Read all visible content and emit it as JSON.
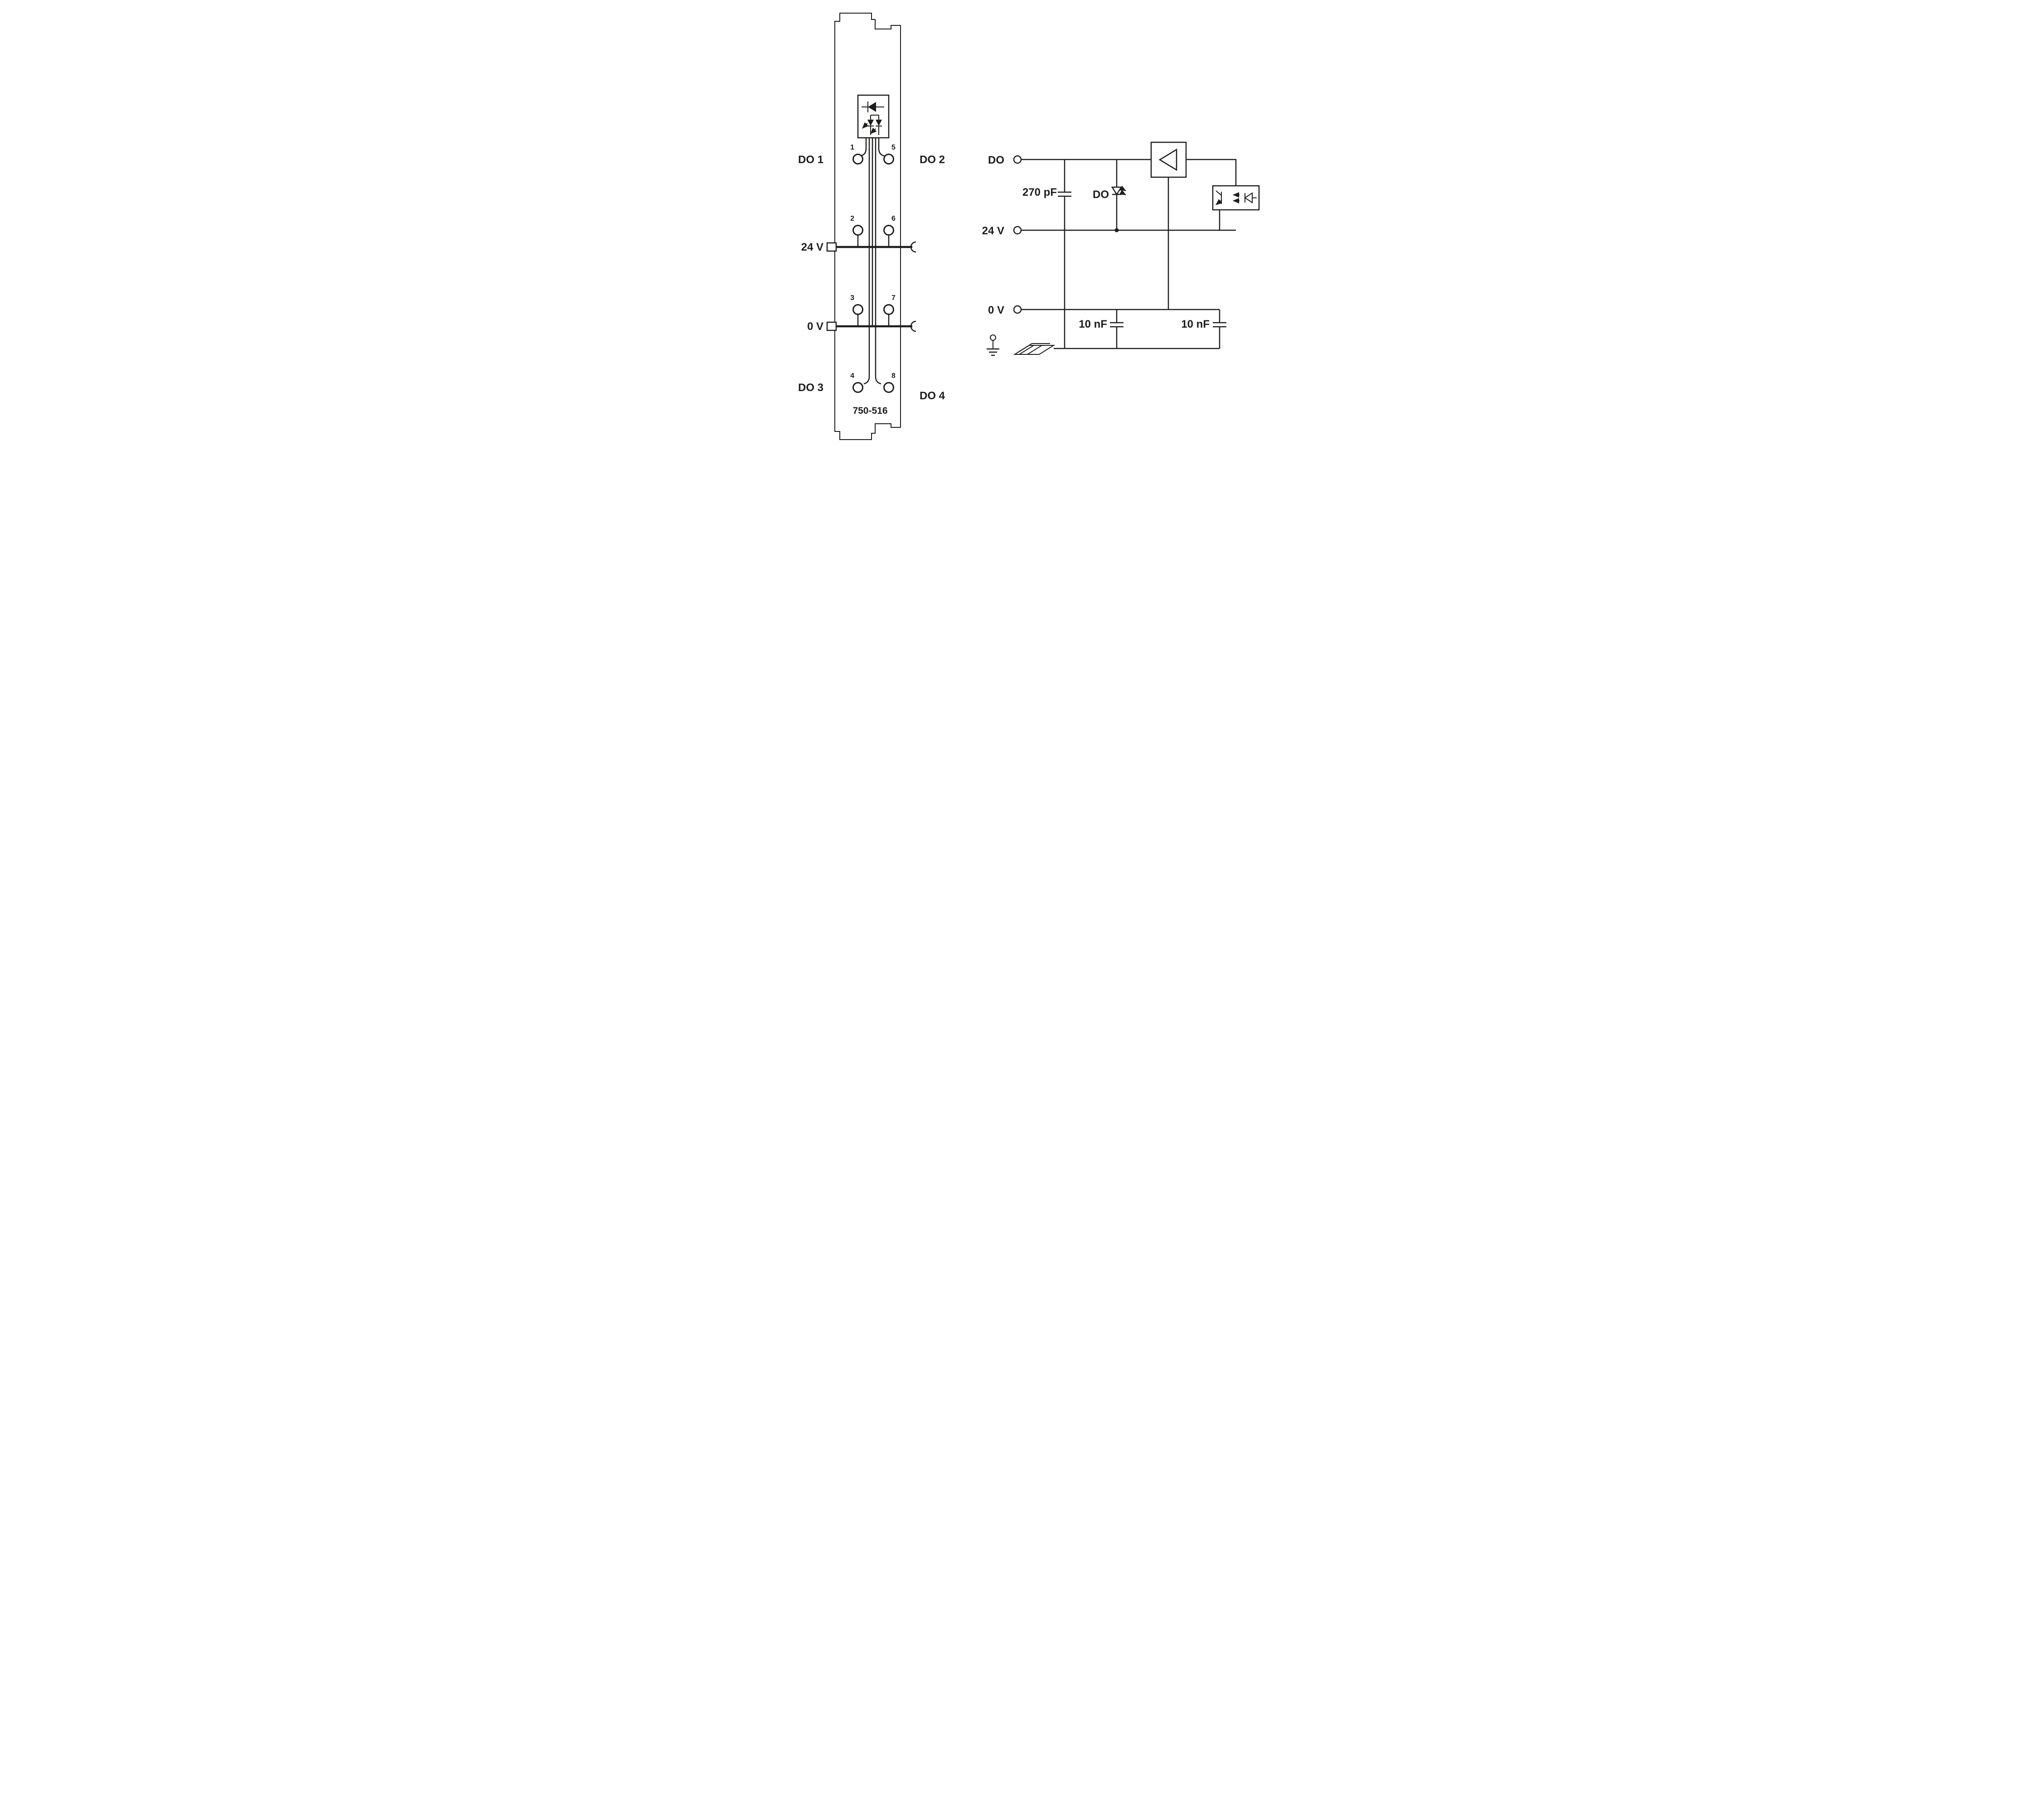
{
  "module": {
    "part_number": "750-516",
    "channel_labels": {
      "do1": "DO 1",
      "do2": "DO 2",
      "do3": "DO 3",
      "do4": "DO 4"
    },
    "rail_labels": {
      "v24": "24 V",
      "v0": "0 V"
    },
    "terminal_numbers": {
      "t1": "1",
      "t2": "2",
      "t3": "3",
      "t4": "4",
      "t5": "5",
      "t6": "6",
      "t7": "7",
      "t8": "8"
    }
  },
  "schematic": {
    "terminals": {
      "do": "DO",
      "v24": "24 V",
      "v0": "0 V"
    },
    "labels": {
      "cap_input": "270 pF",
      "status_led": "DO",
      "cap_0v_1": "10 nF",
      "cap_0v_2": "10 nF"
    }
  }
}
